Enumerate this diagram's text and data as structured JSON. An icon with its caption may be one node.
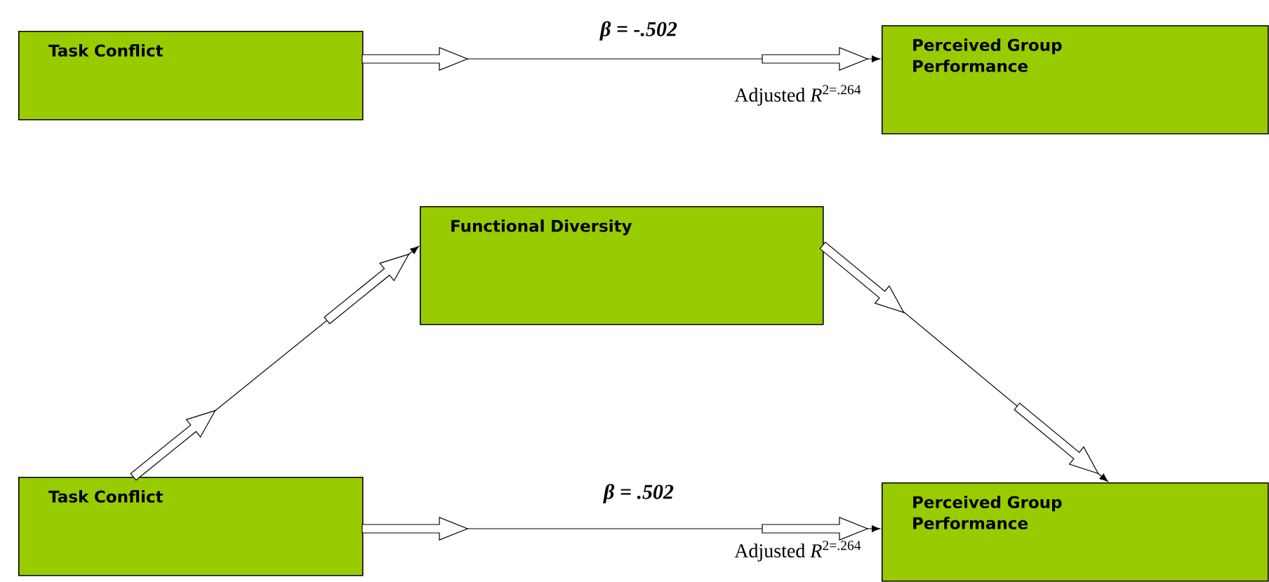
{
  "diagram": {
    "nodes": [
      {
        "text": [
          "Task Conflict"
        ]
      },
      {
        "text": [
          "Perceived Group Performance"
        ]
      },
      {
        "text": [
          "Functional Diversity"
        ]
      },
      {
        "text": [
          "Task Conflict"
        ]
      },
      {
        "text": [
          "Perceived Group Performance"
        ]
      }
    ],
    "edges": [
      {
        "from": 0,
        "to": 1,
        "arrow": "to",
        "label": "β = -.502"
      },
      {
        "from": 3,
        "to": 2,
        "arrow": "to"
      },
      {
        "from": 2,
        "to": 4,
        "arrow": "to"
      },
      {
        "from": 3,
        "to": 4,
        "arrow": "to",
        "label": "β = .502"
      }
    ],
    "labels": [
      "Adjusted *R*$^{2=.264}$",
      "Adjusted *R*$^{2=.264}$"
    ]
  }
}
